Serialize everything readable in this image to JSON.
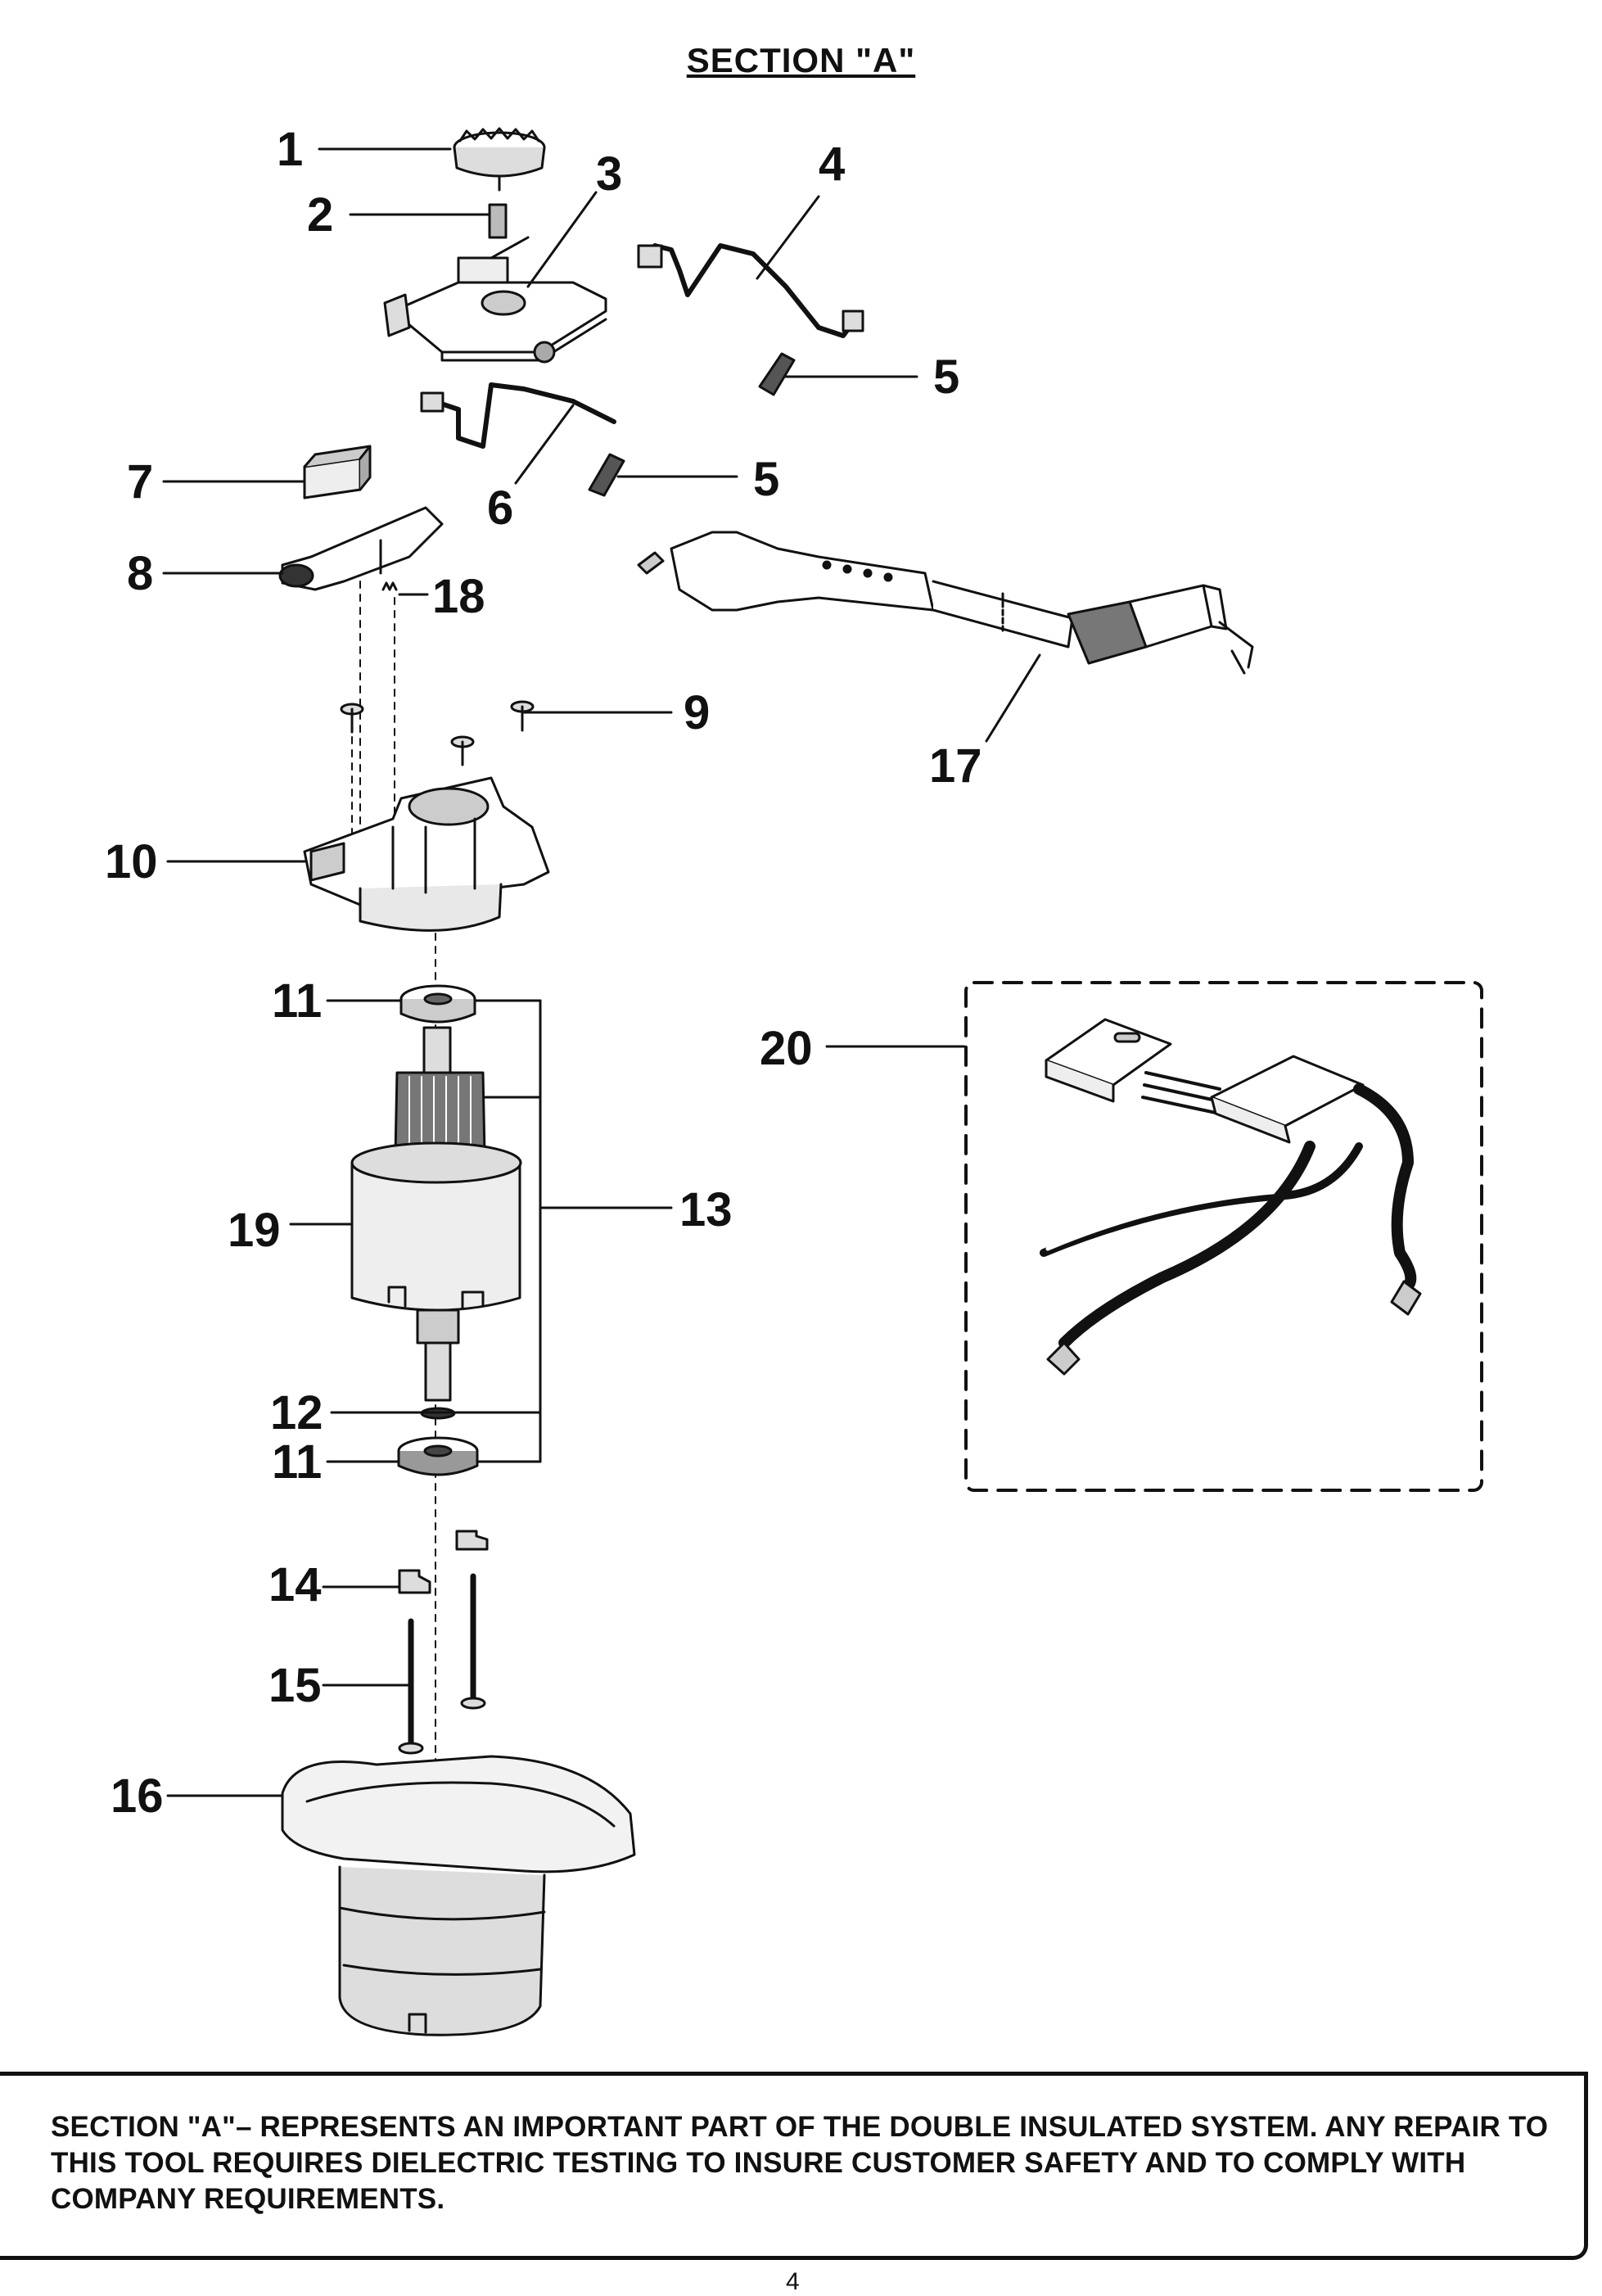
{
  "title": "SECTION \"A\"",
  "callouts": [
    "1",
    "2",
    "3",
    "4",
    "5",
    "5",
    "6",
    "7",
    "8",
    "9",
    "10",
    "11",
    "11",
    "12",
    "13",
    "14",
    "15",
    "16",
    "17",
    "18",
    "19",
    "20"
  ],
  "note": "SECTION \"A\"– REPRESENTS AN IMPORTANT PART OF THE DOUBLE INSULATED SYSTEM. ANY REPAIR TO THIS TOOL REQUIRES DIELECTRIC TESTING TO INSURE CUSTOMER SAFETY AND TO COMPLY WITH COMPANY REQUIREMENTS.",
  "page_number": "4"
}
